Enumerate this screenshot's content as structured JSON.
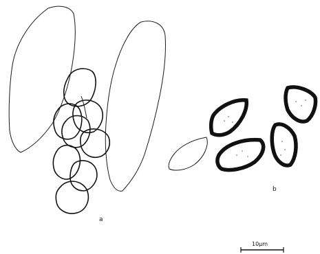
{
  "figure": {
    "panel_a_label": "a",
    "panel_b_label": "b",
    "scale_bar_label": "10µm"
  },
  "colors": {
    "ink": "#111111",
    "background": "#ffffff"
  }
}
